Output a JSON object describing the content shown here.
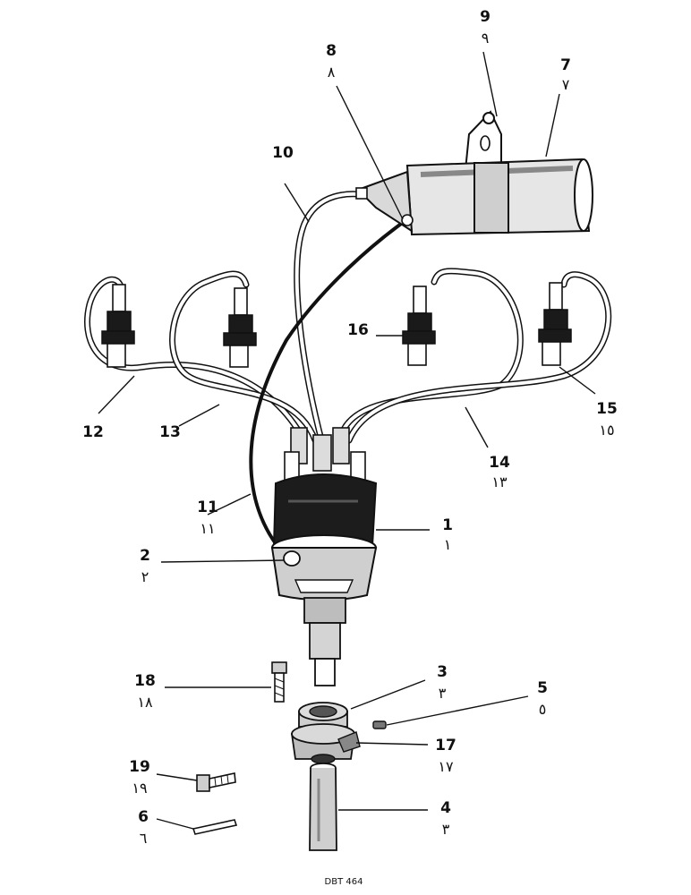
{
  "callouts": [
    {
      "id": "1",
      "num": "1",
      "alt": "١"
    },
    {
      "id": "2",
      "num": "2",
      "alt": "٢"
    },
    {
      "id": "3",
      "num": "3",
      "alt": "٣"
    },
    {
      "id": "4",
      "num": "4",
      "alt": "٣"
    },
    {
      "id": "5",
      "num": "5",
      "alt": "٥"
    },
    {
      "id": "6",
      "num": "6",
      "alt": "٦"
    },
    {
      "id": "7",
      "num": "7",
      "alt": "٧"
    },
    {
      "id": "8",
      "num": "8",
      "alt": "٨"
    },
    {
      "id": "9",
      "num": "9",
      "alt": "٩"
    },
    {
      "id": "10",
      "num": "10",
      "alt": ""
    },
    {
      "id": "11",
      "num": "11",
      "alt": "١١"
    },
    {
      "id": "12",
      "num": "12",
      "alt": ""
    },
    {
      "id": "13",
      "num": "13",
      "alt": ""
    },
    {
      "id": "14",
      "num": "14",
      "alt": "١٣"
    },
    {
      "id": "15",
      "num": "15",
      "alt": "١٥"
    },
    {
      "id": "16",
      "num": "16",
      "alt": ""
    },
    {
      "id": "17",
      "num": "17",
      "alt": "١٧"
    },
    {
      "id": "18",
      "num": "18",
      "alt": "١٨"
    },
    {
      "id": "19",
      "num": "19",
      "alt": "١٩"
    }
  ],
  "caption": "DBT 464"
}
